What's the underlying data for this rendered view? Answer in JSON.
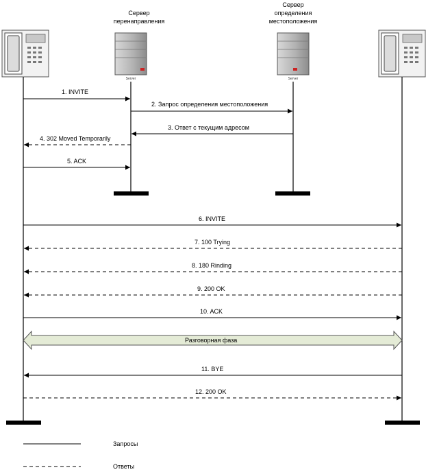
{
  "participants": {
    "redirect_server_line1": "Сервер",
    "redirect_server_line2": "перенаправления",
    "location_server_line1": "Сервер",
    "location_server_line2": "определения",
    "location_server_line3": "местоположения",
    "server_caption": "Server",
    "phone_left": "phone-icon",
    "phone_right": "phone-icon",
    "server_icon": "server-icon"
  },
  "messages": [
    {
      "label": "1. INVITE",
      "type": "request"
    },
    {
      "label": "2. Запрос определения местоположения",
      "type": "request"
    },
    {
      "label": "3. Ответ с текущим адресом",
      "type": "request"
    },
    {
      "label": "4. 302 Moved Temporarily",
      "type": "response"
    },
    {
      "label": "5. ACK",
      "type": "request"
    },
    {
      "label": "6. INVITE",
      "type": "request"
    },
    {
      "label": "7. 100 Trying",
      "type": "response"
    },
    {
      "label": "8. 180 Rinding",
      "type": "response"
    },
    {
      "label": "9. 200 OK",
      "type": "response"
    },
    {
      "label": "10. ACK",
      "type": "request"
    },
    {
      "label": "11. BYE",
      "type": "request"
    },
    {
      "label": "12. 200 OK",
      "type": "response"
    }
  ],
  "phase": {
    "label": "Разговорная фаза",
    "color": "#e4ebd6"
  },
  "legend": {
    "requests": "Запросы",
    "responses": "Ответы"
  }
}
